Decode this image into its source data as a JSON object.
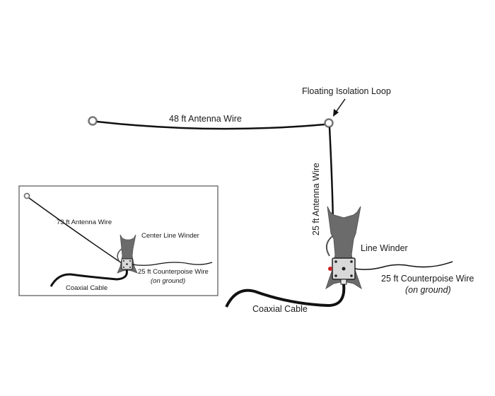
{
  "main": {
    "loop_label": "Floating Isolation Loop",
    "horizontal_wire_label": "48 ft Antenna Wire",
    "vertical_wire_label": "25 ft Antenna Wire",
    "winder_label": "Line Winder",
    "counterpoise_label": "25 ft Counterpoise Wire",
    "counterpoise_note": "(on ground)",
    "coax_label": "Coaxial Cable"
  },
  "inset": {
    "wire_label": "73 ft Antenna Wire",
    "winder_label": "Center Line Winder",
    "counterpoise_label": "25 ft Counterpoise Wire",
    "counterpoise_note": "(on ground)",
    "coax_label": "Coaxial Cable"
  },
  "colors": {
    "wire": "#111111",
    "winder_body": "#6b6b6b",
    "connector_box": "#d9d9d9",
    "feed_dot": "#cc2222",
    "ring": "#777777",
    "inset_border": "#555555"
  }
}
